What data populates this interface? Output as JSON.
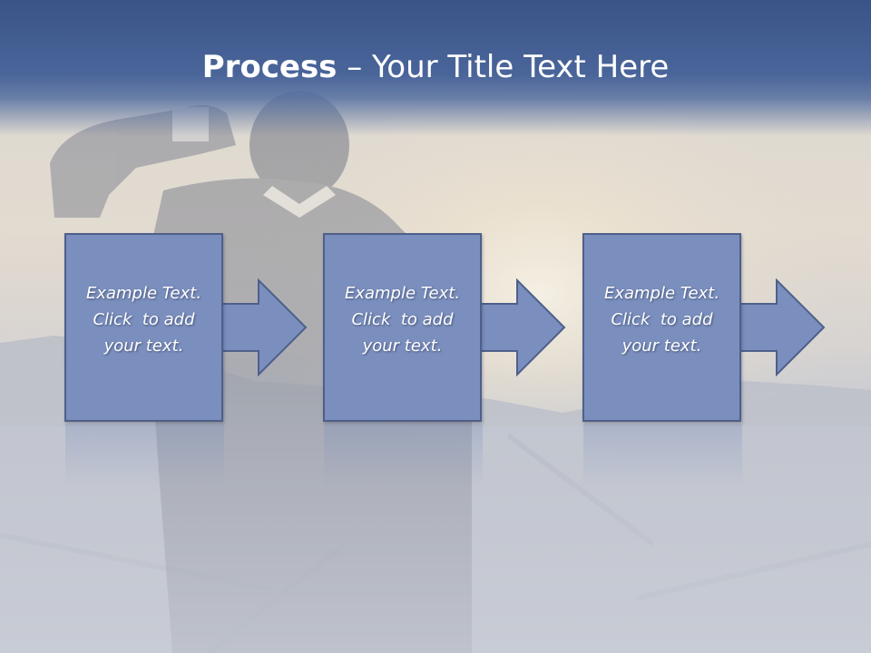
{
  "title": {
    "bold": "Process",
    "rest": " – Your Title Text Here"
  },
  "steps": [
    {
      "line1": "Example Text.",
      "line2": "Click  to add",
      "line3": "your text."
    },
    {
      "line1": "Example Text.",
      "line2": "Click  to add",
      "line3": "your text."
    },
    {
      "line1": "Example Text.",
      "line2": "Click  to add",
      "line3": "your text."
    }
  ],
  "colors": {
    "title_bar": "#3a5487",
    "box_fill": "#7b8fbe",
    "box_border": "#4e5f8a",
    "text": "#ffffff"
  }
}
